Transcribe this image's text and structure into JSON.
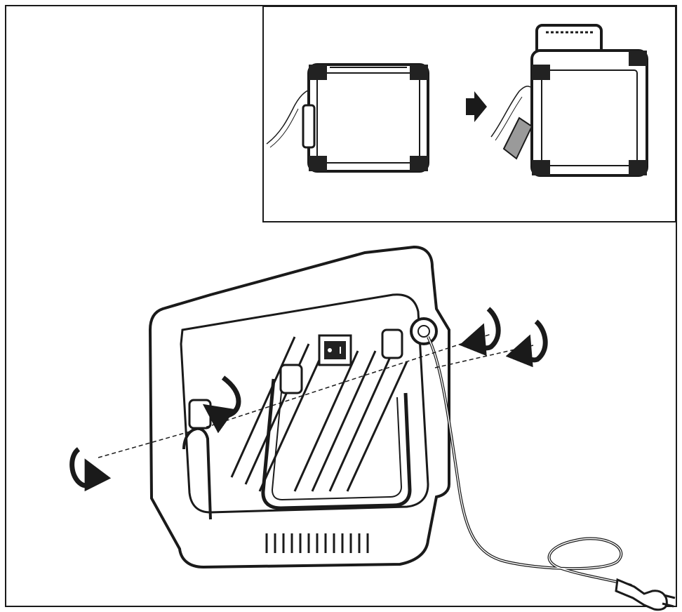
{
  "figure": {
    "background": "#ffffff",
    "line_color": "#1a1a1a",
    "fill_dark": "#222222",
    "fill_mid": "#9a9a9a",
    "inset_panel": {
      "panels": [
        "lamp-folded",
        "lamp-with-stand-open"
      ],
      "transition_icon": "right-arrow-icon"
    },
    "main_view": {
      "subject": "work-light-rear-view",
      "rotation_icons": [
        "rotate-arrow-icon",
        "rotate-arrow-icon",
        "rotate-arrow-icon",
        "rotate-arrow-icon"
      ],
      "cable_plug_icon": "power-plug-icon"
    }
  }
}
